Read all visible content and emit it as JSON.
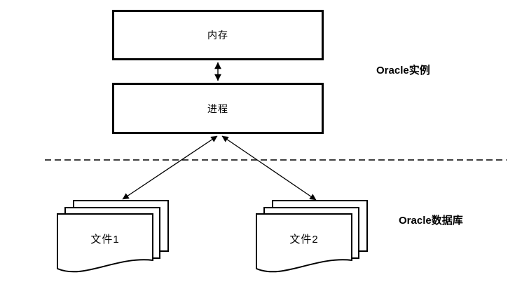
{
  "diagram": {
    "colors": {
      "background": "#ffffff",
      "line": "#000000",
      "text": "#000000"
    },
    "regions": {
      "instance": {
        "label": "Oracle实例"
      },
      "database": {
        "label": "Oracle数据库"
      }
    },
    "nodes": {
      "memory": {
        "label": "内存",
        "shape": "rectangle"
      },
      "process": {
        "label": "进程",
        "shape": "rectangle"
      },
      "file1": {
        "label": "文件1",
        "shape": "document-stack"
      },
      "file2": {
        "label": "文件2",
        "shape": "document-stack"
      }
    },
    "connectors": [
      {
        "from": "memory",
        "to": "process",
        "style": "double-headed-arrow"
      },
      {
        "from": "process",
        "to": "file1",
        "style": "double-headed-arrow"
      },
      {
        "from": "process",
        "to": "file2",
        "style": "double-headed-arrow"
      }
    ],
    "divider": {
      "style": "dashed-horizontal-line"
    }
  }
}
